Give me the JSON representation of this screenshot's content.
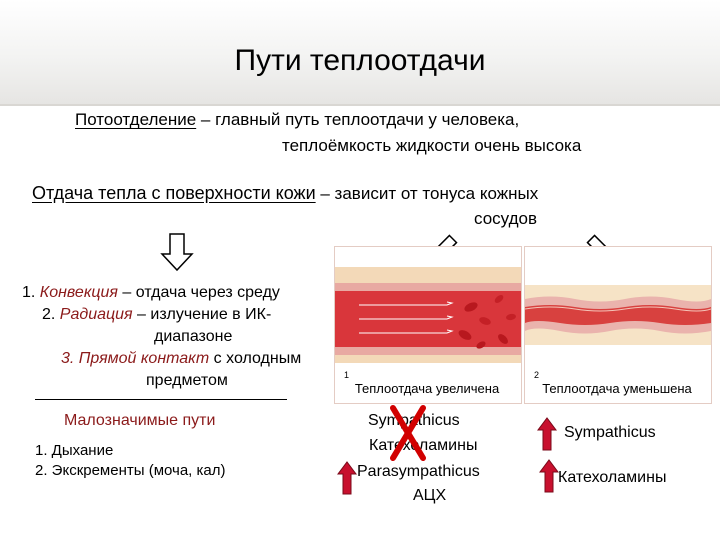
{
  "title": "Пути теплоотдачи",
  "sweat": {
    "term": "Потоотделение",
    "text_line1": " – главный путь теплоотдачи у человека,",
    "text_line2": "теплоёмкость жидкости очень высока"
  },
  "skin": {
    "term": "Отдача тепла с поверхности кожи",
    "text_line1": " – зависит от тонуса кожных",
    "text_line2": "сосудов"
  },
  "methods": {
    "m1_num": "1.",
    "m1_term": "Конвекция",
    "m1_text": " – отдача через среду",
    "m2_num": "2.",
    "m2_term": "Радиация",
    "m2_text": " – излучение в ИК-",
    "m2_text2": "диапазоне",
    "m3_num": "3.",
    "m3_term": "Прямой контакт",
    "m3_text": " с холодным",
    "m3_text2": "предметом"
  },
  "minor": {
    "heading": "Малозначимые пути",
    "items": [
      "1.  Дыхание",
      "2.  Экскременты (моча, кал)"
    ]
  },
  "images": [
    {
      "number": "1",
      "caption": "Теплоотдача увеличена"
    },
    {
      "number": "2",
      "caption": "Теплоотдача уменьшена"
    }
  ],
  "left_col": {
    "sympathicus": "Sympathicus",
    "catecholamines": "Катехоламины",
    "parasympathicus": "Parasympathicus",
    "ach": "АЦХ"
  },
  "right_col": {
    "sympathicus": "Sympathicus",
    "catecholamines": "Катехоламины"
  },
  "colors": {
    "accent_red": "#8b1a1a",
    "arrow_red": "#c8102e",
    "cross_red": "#d10000",
    "vessel_red": "#d9363b"
  }
}
